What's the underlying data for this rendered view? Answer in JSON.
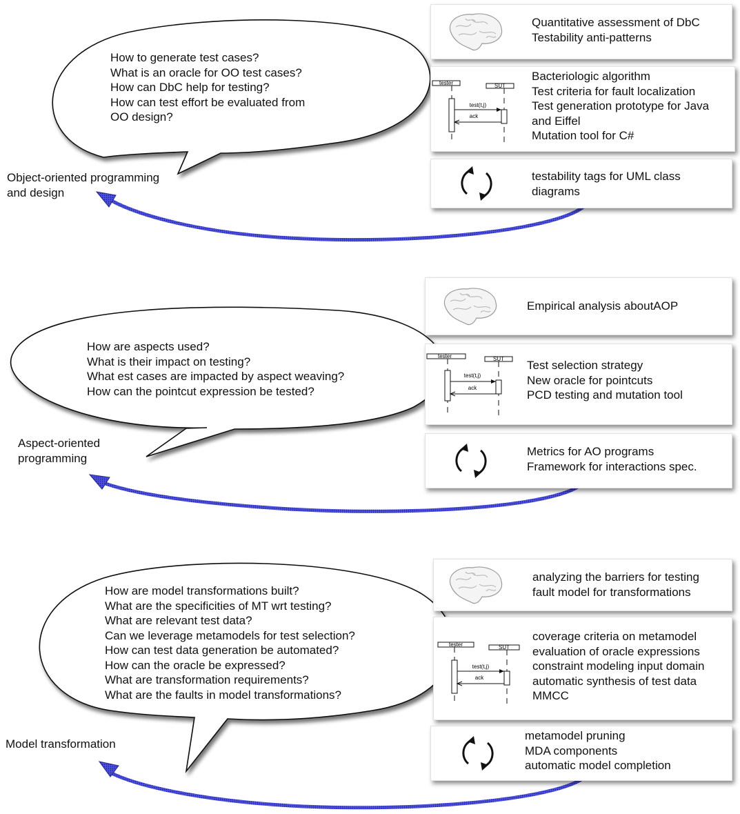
{
  "sections": [
    {
      "topic": [
        "Object-oriented programming",
        "and design"
      ],
      "questions": [
        "How to generate test cases?",
        "What is an oracle for OO test cases?",
        "How can DbC help for testing?",
        "How can test effort be evaluated from",
        "OO design?"
      ],
      "analysis": [
        "Quantitative assessment of DbC",
        "Testability anti-patterns"
      ],
      "testing": [
        "Bacteriologic algorithm",
        "Test criteria for fault localization",
        "Test generation prototype for Java",
        "and Eiffel",
        "Mutation tool for C#"
      ],
      "cycle": [
        "testability tags for UML class",
        "diagrams"
      ]
    },
    {
      "topic": [
        "Aspect-oriented",
        "programming"
      ],
      "questions": [
        "How are aspects used?",
        "What is their impact on testing?",
        "What est cases are impacted by aspect weaving?",
        "How can the pointcut expression be tested?"
      ],
      "analysis": [
        "Empirical analysis aboutAOP"
      ],
      "testing": [
        "Test selection strategy",
        "New oracle for pointcuts",
        "PCD testing and mutation tool"
      ],
      "cycle": [
        "Metrics for AO programs",
        "Framework for interactions spec."
      ]
    },
    {
      "topic": [
        "Model transformation"
      ],
      "questions": [
        "How are model transformations built?",
        "What are the specificities of MT wrt testing?",
        "What are relevant test data?",
        "Can we leverage metamodels for test selection?",
        "How can test data generation be automated?",
        "How can the oracle be expressed?",
        "What are transformation requirements?",
        "What are the faults in model transformations?"
      ],
      "analysis": [
        "analyzing the barriers for testing",
        "fault model for transformations"
      ],
      "testing": [
        "coverage criteria on metamodel",
        "evaluation of oracle expressions",
        "constraint modeling input domain",
        "automatic synthesis of test data",
        "MMCC"
      ],
      "cycle": [
        "metamodel pruning",
        "MDA components",
        "automatic model completion"
      ]
    }
  ],
  "sequence_diagram": {
    "lifeline_left": "tester",
    "lifeline_right": "SUT",
    "message": "test(t,j)",
    "reply": "ack"
  },
  "colors": {
    "arrow": "#3a35c8",
    "arrow_dark": "#20207a",
    "shadow": "#777777"
  }
}
